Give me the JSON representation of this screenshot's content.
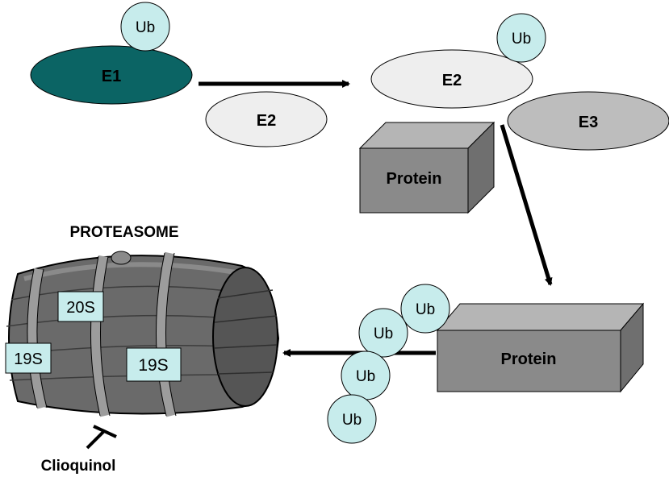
{
  "title": "PROTEASOME",
  "enzymes": {
    "e1": "E1",
    "e2_left": "E2",
    "e2_right": "E2",
    "e3": "E3"
  },
  "ubiquitin": "Ub",
  "protein_top": "Protein",
  "protein_bottom": "Protein",
  "proteasome_parts": {
    "core": "20S",
    "cap_left": "19S",
    "cap_right": "19S"
  },
  "inhibitor": "Clioquinol",
  "colors": {
    "e1_fill": "#0b6464",
    "e3_fill": "#bdbdbd",
    "ub_fill": "#c7ecec",
    "protein_front": "#8a8a8a",
    "protein_top": "#b5b5b5",
    "protein_side": "#6f6f6f",
    "barrel_body": "#6a6a6a",
    "barrel_hoop": "#9c9c9c",
    "label_box": "#c7ecec"
  }
}
